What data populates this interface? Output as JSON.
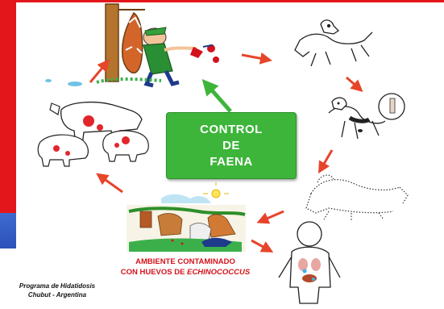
{
  "center": {
    "line1": "CONTROL",
    "line2": "DE",
    "line3": "FAENA",
    "color": "#3db53a"
  },
  "environment_caption": {
    "line1": "AMBIENTE CONTAMINADO",
    "line2_prefix": "CON HUEVOS DE ",
    "line2_genus": "ECHINOCOCCUS",
    "color": "#d4121b"
  },
  "program": {
    "line1": "Programa de Hidatidosis",
    "line2": "Chubut - Argentina"
  },
  "accent_colors": {
    "arrow": "#e6452a",
    "sidebar_red": "#e3161b",
    "sidebar_blue": "#3f6bd0"
  },
  "icons": [
    "slaughter-scene-illustration",
    "dog-running-illustration",
    "dog-eating-illustration",
    "infected-dog-illustration",
    "human-infection-illustration",
    "contaminated-environment-illustration",
    "livestock-illustration"
  ]
}
